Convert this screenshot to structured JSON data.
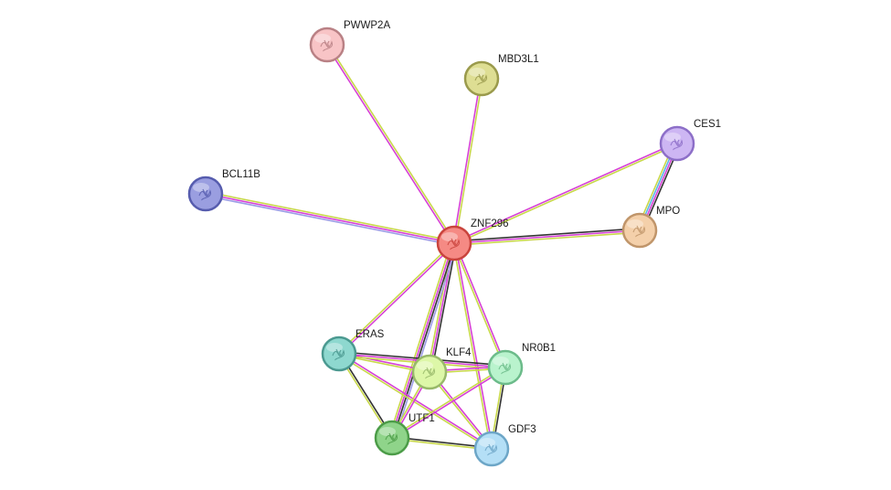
{
  "nodes": [
    {
      "id": "ZNF296",
      "label": "ZNF296",
      "fill": "#f58a84",
      "stroke": "#c9443d"
    },
    {
      "id": "PWWP2A",
      "label": "PWWP2A",
      "fill": "#f8c4c6",
      "stroke": "#b98185"
    },
    {
      "id": "MBD3L1",
      "label": "MBD3L1",
      "fill": "#dede93",
      "stroke": "#9a9a4c"
    },
    {
      "id": "CES1",
      "label": "CES1",
      "fill": "#cdb6f3",
      "stroke": "#8d6fc8"
    },
    {
      "id": "MPO",
      "label": "MPO",
      "fill": "#f4d0aa",
      "stroke": "#c0956a"
    },
    {
      "id": "BCL11B",
      "label": "BCL11B",
      "fill": "#9a9ee0",
      "stroke": "#565cae"
    },
    {
      "id": "ERAS",
      "label": "ERAS",
      "fill": "#8ed8cf",
      "stroke": "#4b9990"
    },
    {
      "id": "KLF4",
      "label": "KLF4",
      "fill": "#ddf7a8",
      "stroke": "#98b96a"
    },
    {
      "id": "NR0B1",
      "label": "NR0B1",
      "fill": "#b9f3cd",
      "stroke": "#6cbb8a"
    },
    {
      "id": "UTF1",
      "label": "UTF1",
      "fill": "#8fd48a",
      "stroke": "#4c9c48"
    },
    {
      "id": "GDF3",
      "label": "GDF3",
      "fill": "#b4dff6",
      "stroke": "#6da6c7"
    }
  ],
  "edges": [
    {
      "source": "ZNF296",
      "target": "PWWP2A",
      "colors": [
        "#d640d6",
        "#c8d84a"
      ]
    },
    {
      "source": "ZNF296",
      "target": "MBD3L1",
      "colors": [
        "#d640d6",
        "#c8d84a"
      ]
    },
    {
      "source": "ZNF296",
      "target": "CES1",
      "colors": [
        "#d640d6",
        "#c8d84a"
      ]
    },
    {
      "source": "ZNF296",
      "target": "MPO",
      "colors": [
        "#333333",
        "#d640d6",
        "#c8d84a"
      ]
    },
    {
      "source": "ZNF296",
      "target": "BCL11B",
      "colors": [
        "#9c9ce6",
        "#d640d6",
        "#c8d84a"
      ]
    },
    {
      "source": "ZNF296",
      "target": "ERAS",
      "colors": [
        "#d640d6",
        "#c8d84a"
      ]
    },
    {
      "source": "ZNF296",
      "target": "KLF4",
      "colors": [
        "#333333",
        "#d640d6",
        "#c8d84a"
      ]
    },
    {
      "source": "ZNF296",
      "target": "NR0B1",
      "colors": [
        "#d640d6",
        "#c8d84a"
      ]
    },
    {
      "source": "ZNF296",
      "target": "UTF1",
      "colors": [
        "#9c9ce6",
        "#333333",
        "#d640d6",
        "#c8d84a"
      ]
    },
    {
      "source": "ZNF296",
      "target": "GDF3",
      "colors": [
        "#d640d6",
        "#c8d84a"
      ]
    },
    {
      "source": "CES1",
      "target": "MPO",
      "colors": [
        "#333333",
        "#d640d6",
        "#5ab4e6",
        "#c8d84a"
      ]
    },
    {
      "source": "ERAS",
      "target": "KLF4",
      "colors": [
        "#d640d6",
        "#c8d84a"
      ]
    },
    {
      "source": "ERAS",
      "target": "NR0B1",
      "colors": [
        "#333333",
        "#d640d6",
        "#c8d84a"
      ]
    },
    {
      "source": "ERAS",
      "target": "UTF1",
      "colors": [
        "#333333",
        "#c8d84a"
      ]
    },
    {
      "source": "ERAS",
      "target": "GDF3",
      "colors": [
        "#d640d6",
        "#c8d84a"
      ]
    },
    {
      "source": "KLF4",
      "target": "NR0B1",
      "colors": [
        "#d640d6",
        "#c8d84a"
      ]
    },
    {
      "source": "KLF4",
      "target": "UTF1",
      "colors": [
        "#d640d6",
        "#c8d84a"
      ]
    },
    {
      "source": "KLF4",
      "target": "GDF3",
      "colors": [
        "#d640d6",
        "#c8d84a"
      ]
    },
    {
      "source": "NR0B1",
      "target": "UTF1",
      "colors": [
        "#d640d6",
        "#c8d84a"
      ]
    },
    {
      "source": "NR0B1",
      "target": "GDF3",
      "colors": [
        "#333333",
        "#c8d84a"
      ]
    },
    {
      "source": "UTF1",
      "target": "GDF3",
      "colors": [
        "#333333",
        "#c8d84a"
      ]
    }
  ]
}
